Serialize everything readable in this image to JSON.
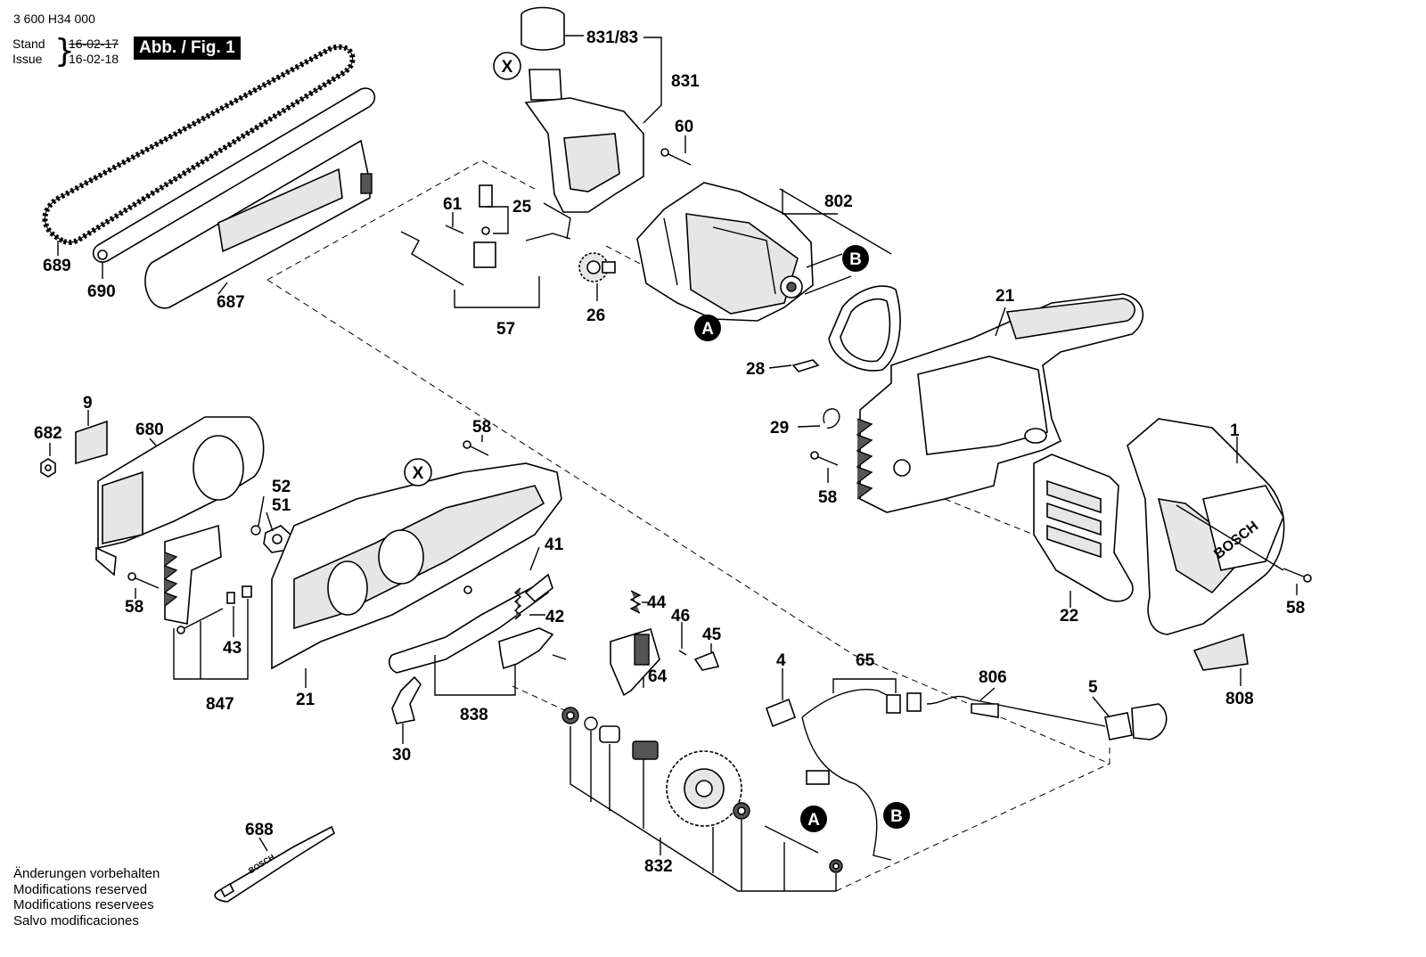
{
  "header": {
    "doc_number": "3 600 H34 000",
    "stand_label": "Stand",
    "issue_label": "Issue",
    "stand_date": "16-02-17",
    "issue_date": "16-02-18",
    "figure_label": "Abb. / Fig. 1"
  },
  "notes": [
    "Änderungen vorbehalten",
    "Modifications reserved",
    "Modifications reservees",
    "Salvo modificaciones"
  ],
  "callouts": {
    "c831_83": "831/83",
    "c831": "831",
    "c60": "60",
    "c802": "802",
    "c61": "61",
    "c25": "25",
    "c57": "57",
    "c26": "26",
    "c689": "689",
    "c690": "690",
    "c687": "687",
    "c21_top": "21",
    "c28": "28",
    "c29": "29",
    "c58_mid": "58",
    "c1": "1",
    "c22": "22",
    "c58_right": "58",
    "c808": "808",
    "c9": "9",
    "c682": "682",
    "c680": "680",
    "c58_top": "58",
    "c52": "52",
    "c51": "51",
    "c41": "41",
    "c58_left": "58",
    "c43": "43",
    "c847": "847",
    "c21_bottom": "21",
    "c42": "42",
    "c838": "838",
    "c30": "30",
    "c44": "44",
    "c46": "46",
    "c45": "45",
    "c64": "64",
    "c4": "4",
    "c65": "65",
    "c806": "806",
    "c5": "5",
    "c832": "832",
    "c688": "688"
  },
  "markers": {
    "x_top": "X",
    "x_mid": "X",
    "a_motor": "A",
    "b_motor": "B",
    "a_wire": "A",
    "b_wire": "B"
  },
  "logos": {
    "housing_brand": "BOSCH",
    "tool_brand": "BOSCH"
  }
}
